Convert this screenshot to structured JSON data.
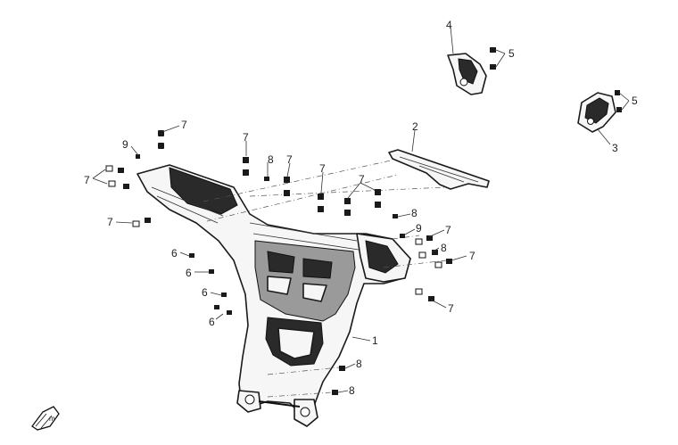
{
  "callouts": [
    {
      "id": "c1",
      "label": "1"
    },
    {
      "id": "c2",
      "label": "2"
    },
    {
      "id": "c3",
      "label": "3"
    },
    {
      "id": "c4",
      "label": "4"
    },
    {
      "id": "c5a",
      "label": "5"
    },
    {
      "id": "c5b",
      "label": "5"
    },
    {
      "id": "c6a",
      "label": "6"
    },
    {
      "id": "c6b",
      "label": "6"
    },
    {
      "id": "c6c",
      "label": "6"
    },
    {
      "id": "c6d",
      "label": "6"
    },
    {
      "id": "c7a",
      "label": "7"
    },
    {
      "id": "c7b",
      "label": "7"
    },
    {
      "id": "c7c",
      "label": "7"
    },
    {
      "id": "c7d",
      "label": "7"
    },
    {
      "id": "c7e",
      "label": "7"
    },
    {
      "id": "c7f",
      "label": "7"
    },
    {
      "id": "c7g",
      "label": "7"
    },
    {
      "id": "c7h",
      "label": "7"
    },
    {
      "id": "c7i",
      "label": "7"
    },
    {
      "id": "c7j",
      "label": "7"
    },
    {
      "id": "c8a",
      "label": "8"
    },
    {
      "id": "c8b",
      "label": "8"
    },
    {
      "id": "c8c",
      "label": "8"
    },
    {
      "id": "c8d",
      "label": "8"
    },
    {
      "id": "c8e",
      "label": "8"
    },
    {
      "id": "c9a",
      "label": "9"
    },
    {
      "id": "c9b",
      "label": "9"
    }
  ],
  "orientation_badge": {
    "label": "m",
    "icon": "front-direction-arrow-icon"
  }
}
